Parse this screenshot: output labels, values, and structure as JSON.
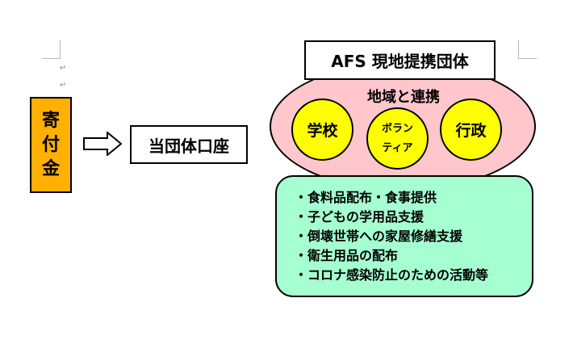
{
  "donation": {
    "chars": [
      "寄",
      "付",
      "金"
    ]
  },
  "account": {
    "label": "当団体口座"
  },
  "afs": {
    "title": "AFS 現地提携団体"
  },
  "region": {
    "label": "地域と連携"
  },
  "partners": {
    "school": "学校",
    "volunteer_line1": "ボラン",
    "volunteer_line2": "ティア",
    "admin": "行政"
  },
  "activities": [
    "・食料品配布・食事提供",
    "・子どもの学用品支援",
    "・倒壊世帯への家屋修繕支援",
    "・衛生用品の配布",
    "・コロナ感染防止のための活動等"
  ],
  "colors": {
    "donation": "#ffb000",
    "ellipse": "#ffc6cc",
    "circle": "#ffff00",
    "activities": "#a5ffd0"
  }
}
